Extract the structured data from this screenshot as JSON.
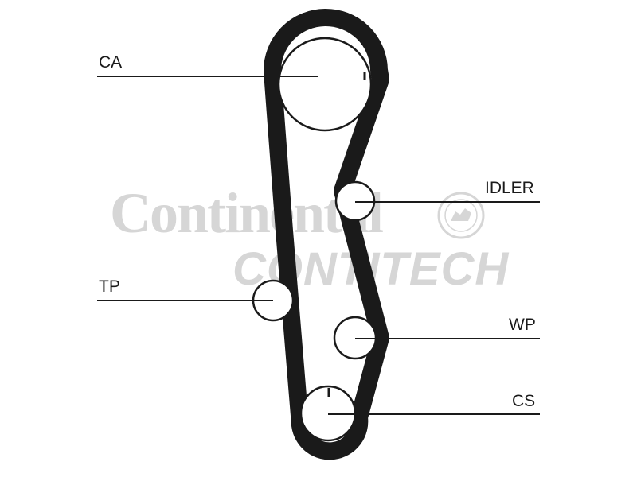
{
  "diagram": {
    "labels": {
      "ca": "CA",
      "idler": "IDLER",
      "tp": "TP",
      "wp": "WP",
      "cs": "CS"
    },
    "watermark": {
      "line1": "Continental",
      "line2": "CONTITECH"
    },
    "colors": {
      "belt": "#1a1a1a",
      "line": "#1a1a1a",
      "watermark": "#d6d6d6"
    }
  }
}
